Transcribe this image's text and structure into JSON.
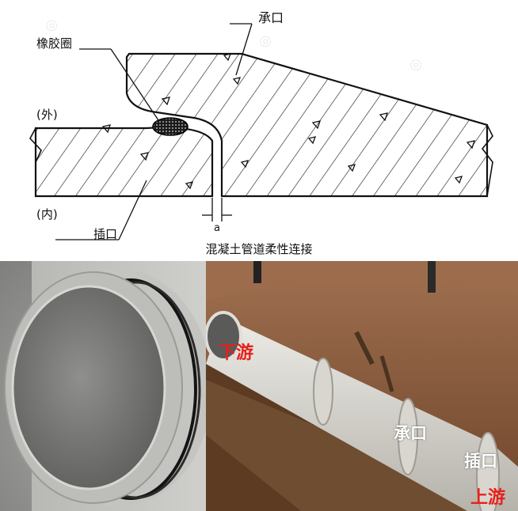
{
  "diagram": {
    "labels": {
      "socket": "承口",
      "rubber_ring": "橡胶圈",
      "outside": "(外)",
      "inside": "(内)",
      "spigot": "插口",
      "gap": "a"
    }
  },
  "caption": "混凝土管道柔性连接",
  "photo": {
    "downstream": "下游",
    "socket": "承口",
    "spigot": "插口",
    "upstream": "上游"
  },
  "colors": {
    "red_label": "#e8201a",
    "white_label": "#ffffff",
    "soil": "#8a5a3a",
    "pipe": "#d9d6cf"
  }
}
